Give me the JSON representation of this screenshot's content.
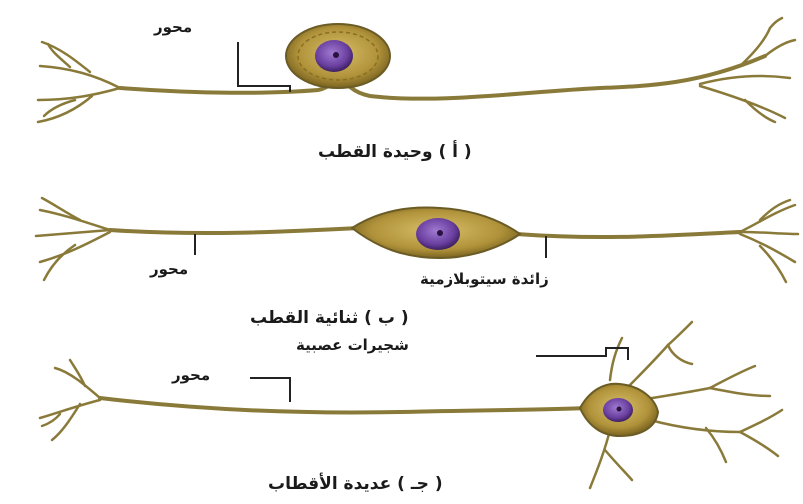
{
  "diagram": {
    "neurons": [
      {
        "id": "unipolar",
        "caption": "( أ ) وحيدة القطب",
        "labels": {
          "axon": "محور"
        }
      },
      {
        "id": "bipolar",
        "caption": "( ب ) ثنائية القطب",
        "labels": {
          "axon": "محور",
          "process": "زائدة سيتوبلازمية"
        }
      },
      {
        "id": "multipolar",
        "caption": "( جـ ) عديدة الأقطاب",
        "labels": {
          "axon": "محور",
          "dendrites": "شجيرات عصبية"
        }
      }
    ],
    "colors": {
      "fiber": "#8a7a3a",
      "fiber_edge": "#6b5c26",
      "cell_body": "#b0923a",
      "cell_body_light": "#d8c06a",
      "nucleus": "#6a3fa0",
      "nucleolus": "#2a1240",
      "leader_line": "#222222"
    }
  }
}
